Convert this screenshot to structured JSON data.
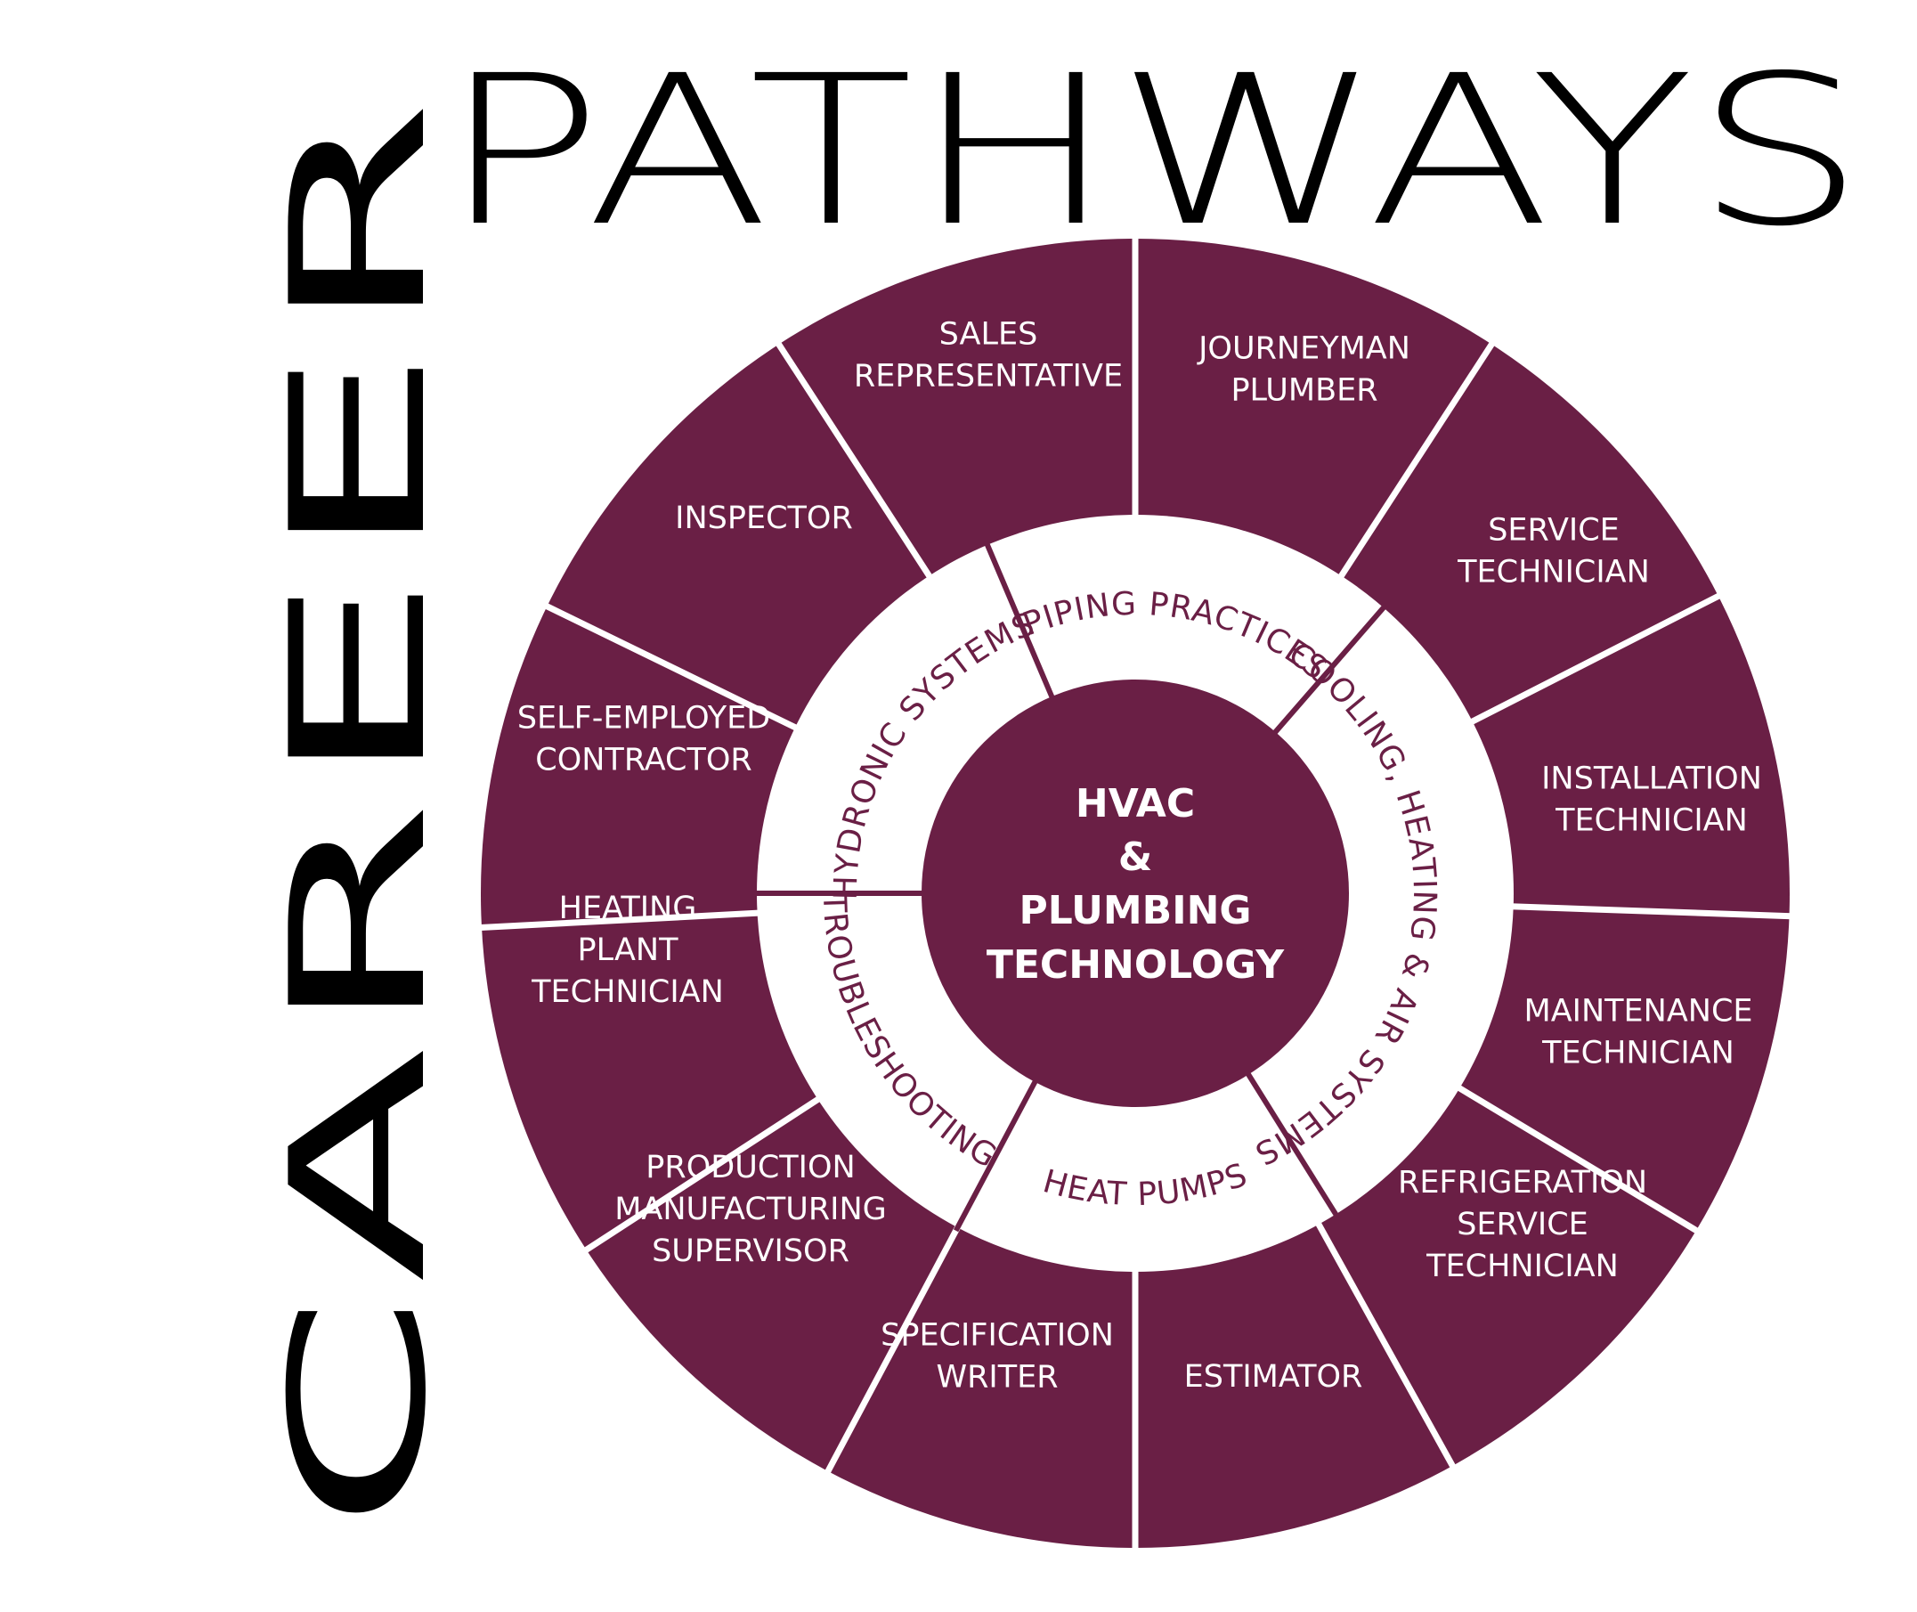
{
  "title": {
    "career": "CAREER",
    "pathways": "PATHWAYS"
  },
  "colors": {
    "wine": "#6a1f45",
    "white": "#ffffff",
    "text": "#000000"
  },
  "center": {
    "lines": [
      "HVAC",
      "&",
      "PLUMBING",
      "TECHNOLOGY"
    ]
  },
  "skills": [
    "PIPING PRACTICES",
    "COOLING, HEATING & AIR SYSTEMS",
    "HEAT PUMPS",
    "TROUBLESHOOTING",
    "HYDRONIC SYSTEMS"
  ],
  "careers": [
    {
      "name": "journeyman-plumber",
      "lines": [
        "JOURNEYMAN",
        "PLUMBER"
      ]
    },
    {
      "name": "service-technician",
      "lines": [
        "SERVICE",
        "TECHNICIAN"
      ]
    },
    {
      "name": "installation-technician",
      "lines": [
        "INSTALLATION",
        "TECHNICIAN"
      ]
    },
    {
      "name": "maintenance-technician",
      "lines": [
        "MAINTENANCE",
        "TECHNICIAN"
      ]
    },
    {
      "name": "refrigeration-service-technician",
      "lines": [
        "REFRIGERATION",
        "SERVICE",
        "TECHNICIAN"
      ]
    },
    {
      "name": "estimator",
      "lines": [
        "ESTIMATOR"
      ]
    },
    {
      "name": "specification-writer",
      "lines": [
        "SPECIFICATION",
        "WRITER"
      ]
    },
    {
      "name": "production-manufacturing-supervisor",
      "lines": [
        "PRODUCTION",
        "MANUFACTURING",
        "SUPERVISOR"
      ]
    },
    {
      "name": "heating-plant-technician",
      "lines": [
        "HEATING",
        "PLANT",
        "TECHNICIAN"
      ]
    },
    {
      "name": "self-employed-contractor",
      "lines": [
        "SELF-EMPLOYED",
        "CONTRACTOR"
      ]
    },
    {
      "name": "inspector",
      "lines": [
        "INSPECTOR"
      ]
    },
    {
      "name": "sales-representative",
      "lines": [
        "SALES",
        "REPRESENTATIVE"
      ]
    }
  ]
}
